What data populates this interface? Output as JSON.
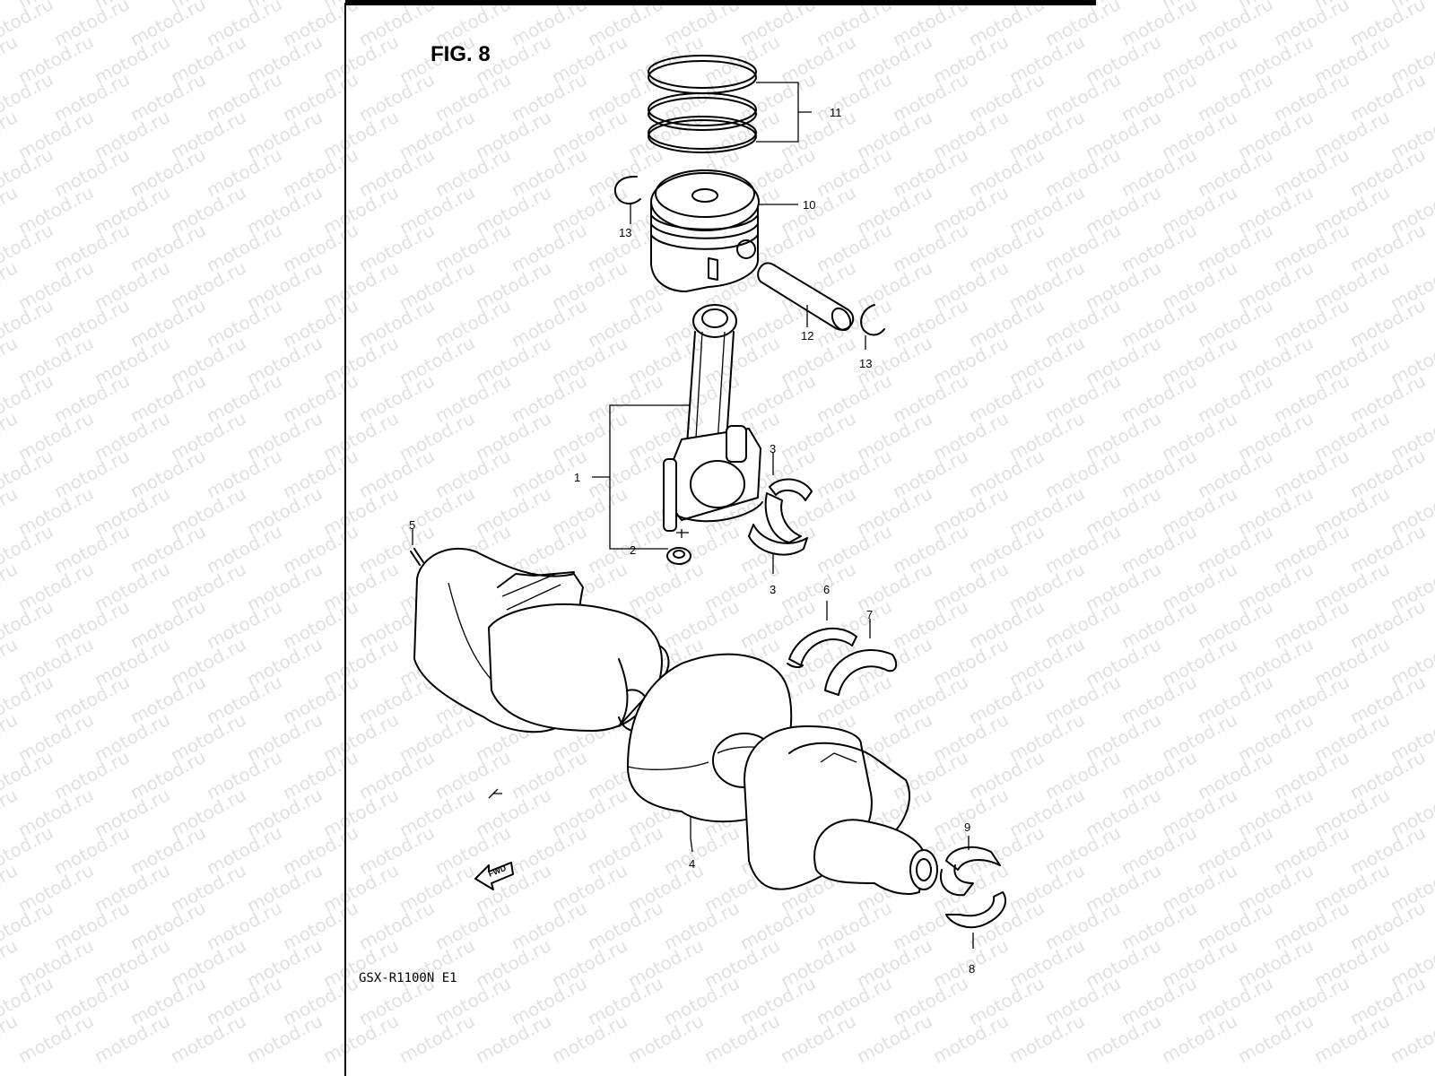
{
  "figure": {
    "title": "FIG. 8",
    "model": "GSX-R1100N E1",
    "fwd_label": "FWD",
    "watermark": "motod.ru"
  },
  "callouts": [
    {
      "id": "1",
      "part": "connecting-rod"
    },
    {
      "id": "2",
      "part": "rod-nut"
    },
    {
      "id": "3",
      "part": "rod-bearing"
    },
    {
      "id": "4",
      "part": "crankshaft"
    },
    {
      "id": "5",
      "part": "dowel-pin"
    },
    {
      "id": "6",
      "part": "thrust-bearing"
    },
    {
      "id": "7",
      "part": "thrust-bearing"
    },
    {
      "id": "8",
      "part": "main-bearing"
    },
    {
      "id": "9",
      "part": "main-bearing"
    },
    {
      "id": "10",
      "part": "piston"
    },
    {
      "id": "11",
      "part": "piston-rings"
    },
    {
      "id": "12",
      "part": "piston-pin"
    },
    {
      "id": "13",
      "part": "circlip"
    }
  ],
  "colors": {
    "line": "#000000",
    "background": "#ffffff",
    "watermark": "#c8c8c8"
  }
}
